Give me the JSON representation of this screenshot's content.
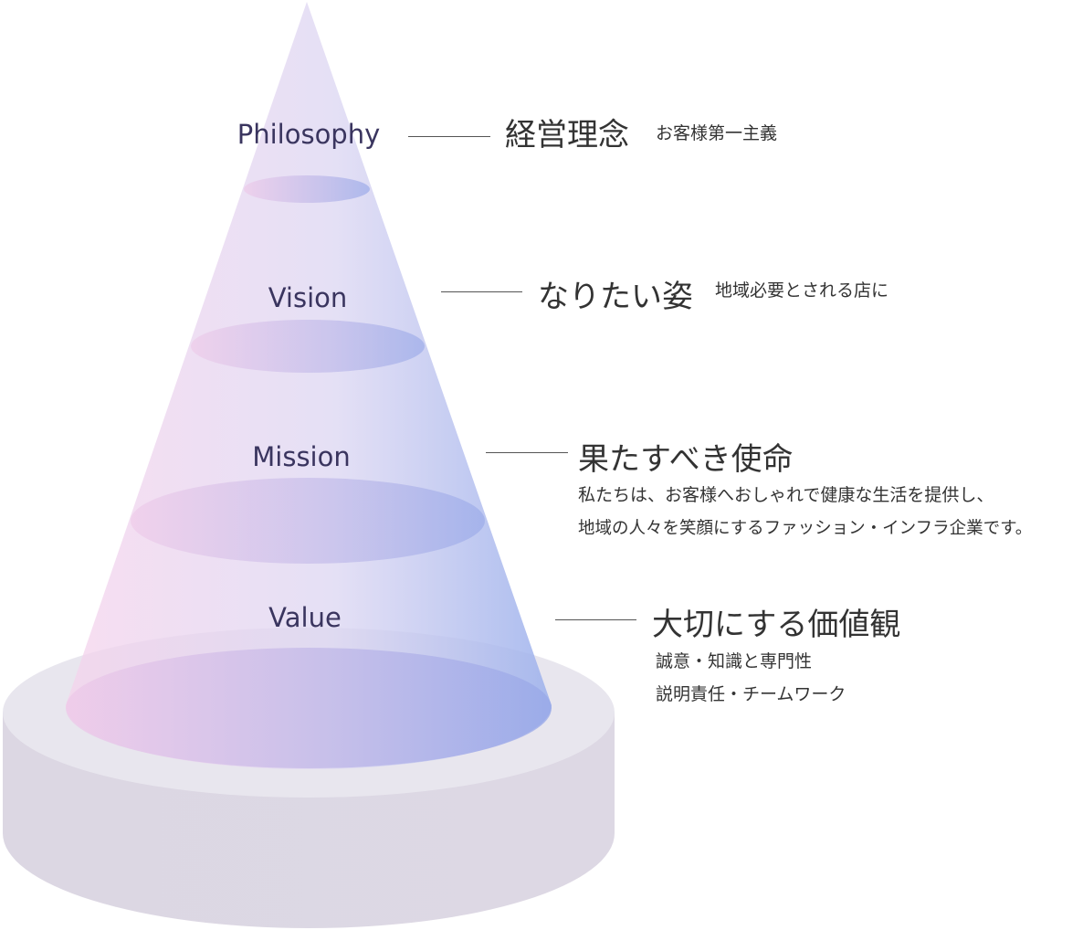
{
  "levels": [
    {
      "label": "Philosophy",
      "title": "経営理念",
      "desc": "お客様第一主義"
    },
    {
      "label": "Vision",
      "title": "なりたい姿",
      "desc": "地域必要とされる店に"
    },
    {
      "label": "Mission",
      "title": "果たすべき使命",
      "lines": [
        "私たちは、お客様へおしゃれで健康な生活を提供し、",
        "地域の人々を笑顔にするファッション・インフラ企業です。"
      ]
    },
    {
      "label": "Value",
      "title": "大切にする価値観",
      "lines": [
        "誠意・知識と専門性",
        "説明責任・チームワーク"
      ]
    }
  ],
  "colors": {
    "cone_left": "#f5d3ec",
    "cone_mid": "#dcd6f2",
    "cone_right": "#9bb0ec",
    "ellipse_left": "#eec8e8",
    "ellipse_right": "#97a8e8",
    "base_top": "#e8e6ee",
    "base_side": "#dcd7e3",
    "label_text": "#3a355f",
    "body_text": "#333333"
  }
}
